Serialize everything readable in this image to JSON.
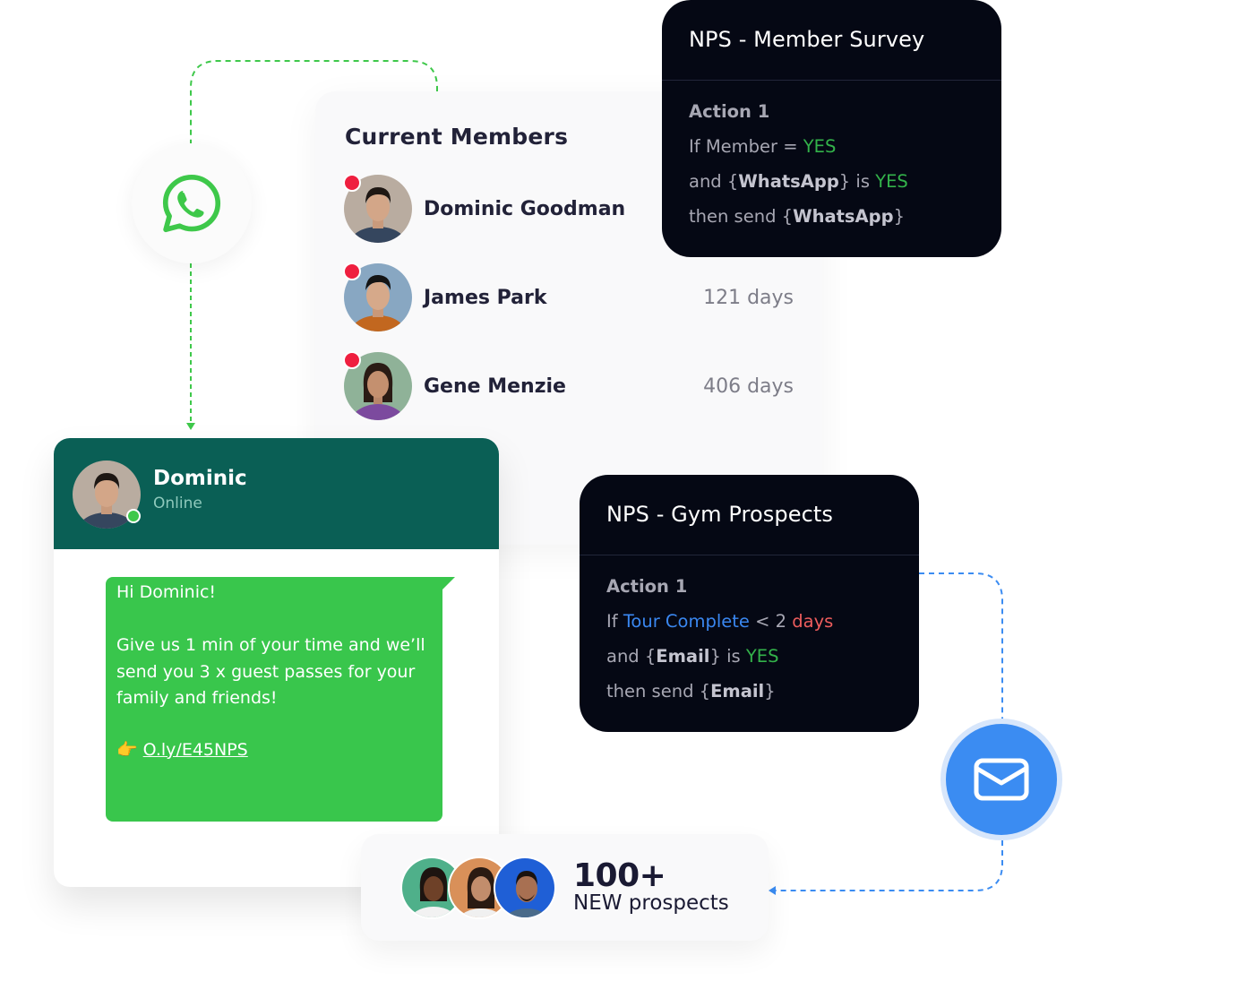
{
  "colors": {
    "whatsapp_green": "#39c64c",
    "chat_header": "#0a5f55",
    "nps_card_bg": "#050814",
    "email_blue": "#3b8cf2",
    "unread_red": "#ef1f3f",
    "yes_green": "#33b24a",
    "link_blue": "#3a87f0",
    "days_red": "#ee5d5d"
  },
  "whatsapp_node": {
    "icon": "whatsapp-icon"
  },
  "email_node": {
    "icon": "envelope-icon"
  },
  "members": {
    "title": "Current Members",
    "items": [
      {
        "name": "Dominic Goodman",
        "days": "",
        "unread": true
      },
      {
        "name": "James Park",
        "days": "121  days",
        "unread": true
      },
      {
        "name": "Gene Menzie",
        "days": "406 days",
        "unread": true
      }
    ]
  },
  "nps_member": {
    "title": "NPS - Member Survey",
    "action_label": "Action 1",
    "line1": {
      "prefix": "If Member = ",
      "value": "YES"
    },
    "line2": {
      "prefix": "and {",
      "field": "WhatsApp",
      "mid": "} is ",
      "value": "YES"
    },
    "line3": {
      "prefix": "then send {",
      "field": "WhatsApp",
      "suffix": "}"
    }
  },
  "nps_gym": {
    "title": "NPS - Gym Prospects",
    "action_label": "Action 1",
    "line1": {
      "prefix": "If ",
      "condition": "Tour Complete",
      "operator": " < 2 ",
      "unit": "days"
    },
    "line2": {
      "prefix": "and {",
      "field": "Email",
      "mid": "} is ",
      "value": "YES"
    },
    "line3": {
      "prefix": "then send {",
      "field": "Email",
      "suffix": "}"
    }
  },
  "chat": {
    "contact_name": "Dominic",
    "status": "Online",
    "message": {
      "greeting": "Hi Dominic!",
      "body": "Give us 1 min of your time and we’ll send you 3 x guest passes for your family and friends!",
      "pointer_emoji": "👉",
      "link": "O.ly/E45NPS"
    }
  },
  "prospects": {
    "count": "100+",
    "label": "NEW prospects"
  }
}
